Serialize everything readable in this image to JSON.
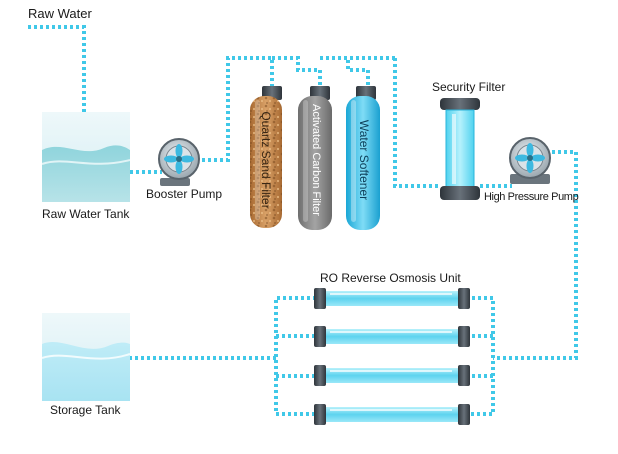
{
  "labels": {
    "raw_water": "Raw Water",
    "raw_water_tank": "Raw Water Tank",
    "booster_pump": "Booster Pump",
    "quartz_sand_filter": "Quartz Sand Filter",
    "activated_carbon_filter": "Activated Carbon Filter",
    "water_softener": "Water Softener",
    "security_filter": "Security Filter",
    "high_pressure_pump": "High Pressure Pump",
    "ro_unit": "RO Reverse Osmosis Unit",
    "storage_tank": "Storage Tank"
  },
  "colors": {
    "pipe": "#40c8e8",
    "tank_water": "#8bd3dc",
    "quartz": "#c58a4c",
    "carbon": "#8d8d8d",
    "softener": "#3fc4ec",
    "membrane": "#7fdff5",
    "cap": "#424a52"
  },
  "icons": [
    "pump-icon",
    "fan-icon"
  ]
}
